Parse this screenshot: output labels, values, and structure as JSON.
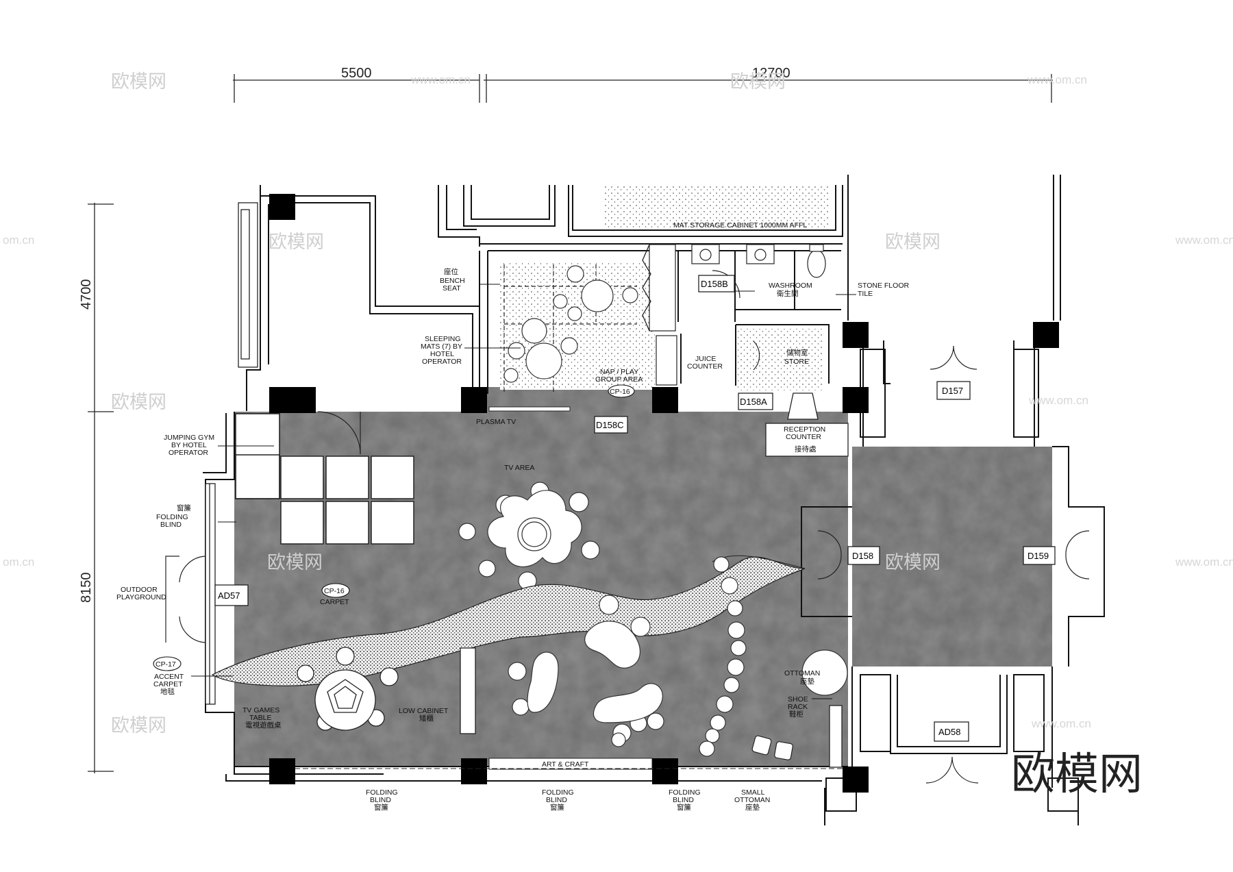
{
  "dimensions": {
    "top_left": "5500",
    "top_right": "12700",
    "left_upper": "4700",
    "left_lower": "8150"
  },
  "labels": {
    "mat_storage": "MAT STORAGE CABINET 1000MM AFFL",
    "bench_cn": "座位",
    "bench_1": "BENCH",
    "bench_2": "SEAT",
    "sleeping_1": "SLEEPING",
    "sleeping_2": "MATS (7) BY",
    "sleeping_3": "HOTEL",
    "sleeping_4": "OPERATOR",
    "washroom": "WASHROOM",
    "washroom_cn": "衛生間",
    "stone_1": "STONE FLOOR",
    "stone_2": "TILE",
    "juice_1": "JUICE",
    "juice_2": "COUNTER",
    "store_cn": "儲物室",
    "store": "STORE",
    "nap_1": "NAP / PLAY",
    "nap_2": "GROUP AREA",
    "plasma": "PLASMA TV",
    "reception_1": "RECEPTION",
    "reception_2": "COUNTER",
    "reception_cn": "接待處",
    "jump_1": "JUMPING GYM",
    "jump_2": "BY HOTEL",
    "jump_3": "OPERATOR",
    "tv_area": "TV AREA",
    "blind_cn": "窗簾",
    "folding": "FOLDING",
    "blind": "BLIND",
    "outdoor_1": "OUTDOOR",
    "outdoor_2": "PLAYGROUND",
    "carpet": "CARPET",
    "accent_1": "ACCENT",
    "accent_2": "CARPET",
    "carpet_cn": "地毯",
    "tvgames_1": "TV GAMES",
    "tvgames_2": "TABLE",
    "tvgames_cn": "電視遊戲桌",
    "low_cabinet": "LOW CABINET",
    "low_cabinet_cn": "矮櫃",
    "ottoman": "OTTOMAN",
    "ottoman_cn": "座墊",
    "shoe_1": "SHOE",
    "shoe_2": "RACK",
    "shoe_cn": "鞋柜",
    "art_craft": "ART & CRAFT",
    "small_ottoman_1": "SMALL",
    "small_ottoman_2": "OTTOMAN",
    "small_ottoman_cn": "座墊"
  },
  "tags": {
    "d158b": "D158B",
    "d158c": "D158C",
    "d158a": "D158A",
    "d157": "D157",
    "d158": "D158",
    "d159": "D159",
    "ad57": "AD57",
    "ad58": "AD58",
    "cp16": "CP-16",
    "cp17": "CP-17"
  },
  "watermark": {
    "cn": "欧模网",
    "url": "www.om.cn",
    "url_short": "om.cn"
  },
  "colors": {
    "floor": "#6f6f6f",
    "floor_dark": "#5e5e5e",
    "column": "#000000",
    "line": "#111111"
  }
}
